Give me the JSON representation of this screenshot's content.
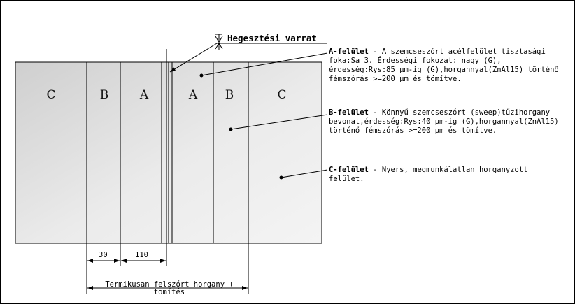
{
  "weld": {
    "label": "Hegesztési varrat"
  },
  "zones": [
    "C",
    "B",
    "A",
    "A",
    "B",
    "C"
  ],
  "notes": {
    "a": {
      "title": "A-felület",
      "lines": [
        " - A szemcseszórt acélfelület tisztasági",
        "foka:Sa 3. Érdességi fokozat: nagy (G),",
        "érdesség:Rys:85 µm-ig (G),horgannyal(ZnAl15) történő",
        "fémszórás >=200 µm és tömítve."
      ]
    },
    "b": {
      "title": "B-felület",
      "lines": [
        " - Könnyű szemcseszórt (sweep)tűzihorgany",
        "bevonat,érdesség:Rys:40 µm-ig (G),horgannyal(ZnAl15)",
        " történő fémszórás >=200 µm és tömítve."
      ]
    },
    "c": {
      "title": "C-felület",
      "lines": [
        " - Nyers, megmunkálatlan horganyzott",
        "felület."
      ]
    }
  },
  "dimensions": {
    "d1": "30",
    "d2": "110",
    "total_line1": "Termikusan felszórt horgany +",
    "total_line2": "tömítés"
  }
}
